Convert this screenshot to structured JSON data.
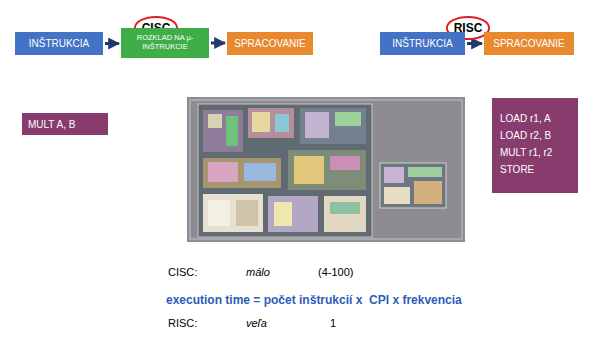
{
  "diagram": {
    "nodes": [
      {
        "text": [
          "CISC"
        ]
      },
      {
        "text": [
          "RISC"
        ]
      },
      {
        "text": [
          "INŠTRUKCIA"
        ]
      },
      {
        "text": [
          "ROZKLAD NA µ-INŠTRUKCIE"
        ]
      },
      {
        "text": [
          "SPRACOVANIE"
        ]
      },
      {
        "text": [
          "INŠTRUKCIA"
        ]
      },
      {
        "text": [
          "SPRACOVANIE"
        ]
      },
      {
        "text": [
          "MULT A, B"
        ]
      },
      {
        "text": [
          "LOAD r1, A",
          "LOAD r2, B",
          "MULT r1, r2",
          "STORE"
        ]
      }
    ],
    "edges": [
      {
        "from": 2,
        "to": 3,
        "arrow": "to"
      },
      {
        "from": 3,
        "to": 4,
        "arrow": "to"
      },
      {
        "from": 5,
        "to": 6,
        "arrow": "to"
      }
    ],
    "labels": [
      "CISC:",
      "málo",
      "(4-100)",
      "execution time = počet inštrukcií x  CPI x frekvencia",
      "RISC:",
      "veľa",
      "1"
    ]
  }
}
